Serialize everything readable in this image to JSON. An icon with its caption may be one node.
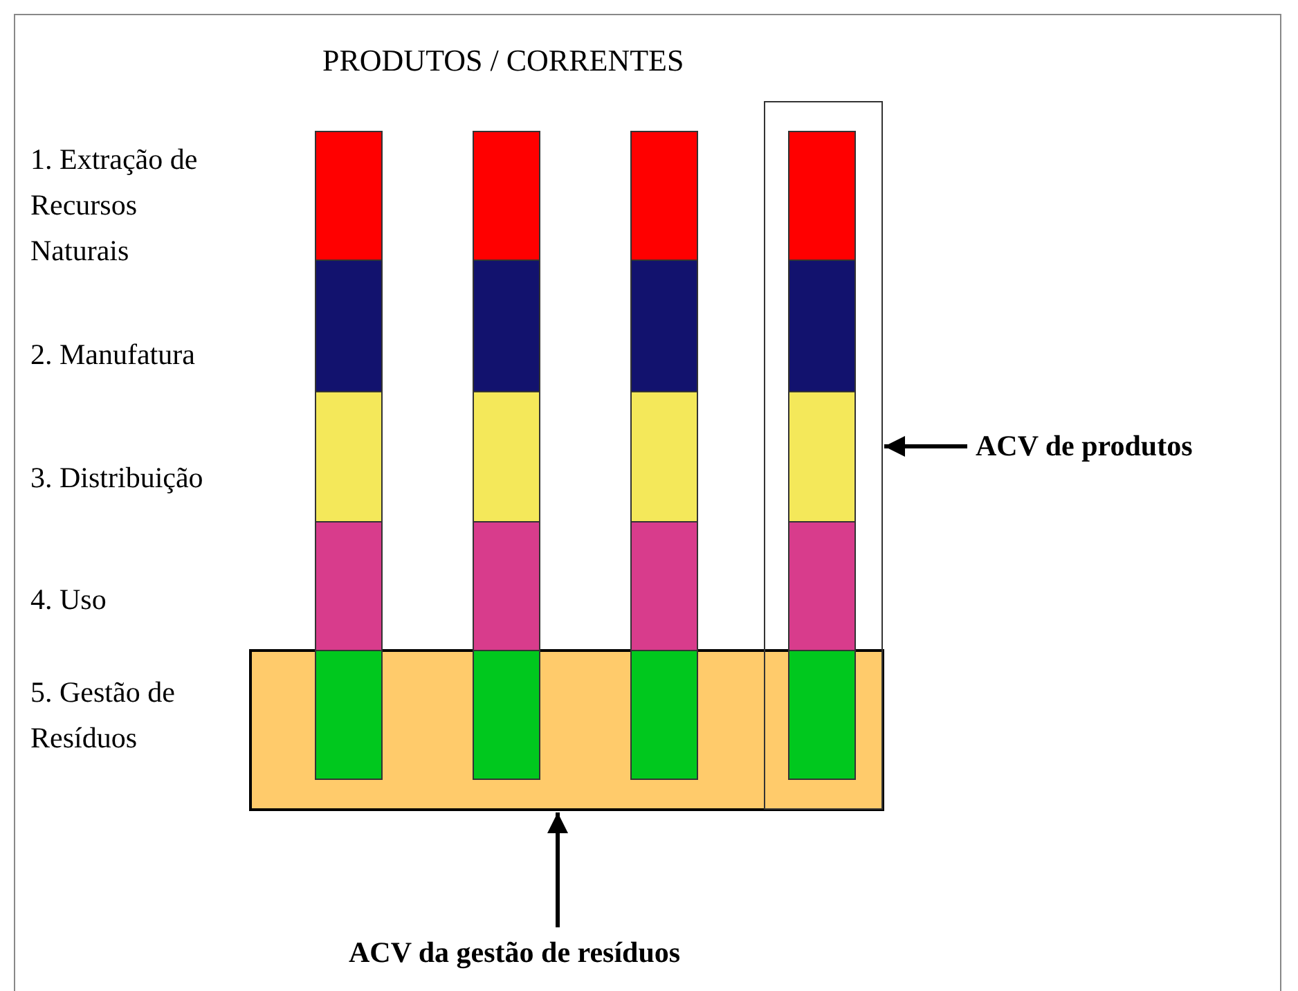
{
  "diagram": {
    "title": "PRODUTOS / CORRENTES",
    "nodes": [
      {
        "text": [],
        "shape": "box"
      },
      {
        "text": [],
        "shape": "box"
      },
      {
        "text": [
          "ACV de produtos"
        ]
      },
      {
        "text": [
          "ACV da gestão de resíduos"
        ]
      }
    ],
    "edges": [
      {
        "from": 2,
        "to": 0,
        "arrow": "to"
      },
      {
        "from": 3,
        "to": 1,
        "arrow": "to"
      }
    ],
    "labels": [
      "1. Extração de Recursos Naturais",
      "2. Manufatura",
      "3. Distribuição",
      "4. Uso",
      "5. Gestão de Resíduos"
    ]
  }
}
